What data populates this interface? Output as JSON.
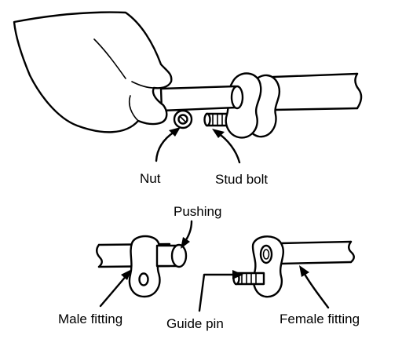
{
  "labels": {
    "nut": "Nut",
    "stud_bolt": "Stud bolt",
    "pushing": "Pushing",
    "male_fitting": "Male fitting",
    "guide_pin": "Guide pin",
    "female_fitting": "Female fitting"
  }
}
